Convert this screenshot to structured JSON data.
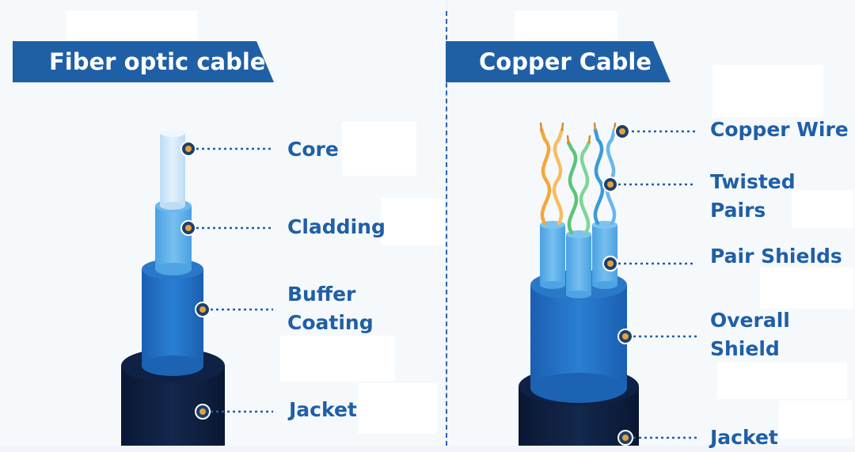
{
  "left_panel": {
    "title": "Fiber optic cable",
    "labels": {
      "core": "Core",
      "cladding": "Cladding",
      "buffer_line1": "Buffer",
      "buffer_line2": "Coating",
      "jacket": "Jacket"
    }
  },
  "right_panel": {
    "title": "Copper Cable",
    "labels": {
      "copper_wire": "Copper Wire",
      "twisted_line1": "Twisted",
      "twisted_line2": "Pairs",
      "pair_shields": "Pair Shields",
      "overall_line1": "Overall",
      "overall_line2": "Shield",
      "jacket": "Jacket"
    }
  },
  "colors": {
    "banner": "#1f5fa6",
    "label_text": "#1f5fa6",
    "core": "#cfe6fa",
    "cladding": "#5aaee8",
    "buffer": "#1f6fc4",
    "jacket": "#0d1e3d",
    "marker_dot": "#e3a33a",
    "wire_orange": "#f2a93b",
    "wire_green": "#5bc47a",
    "wire_blue": "#3a9ad9"
  }
}
